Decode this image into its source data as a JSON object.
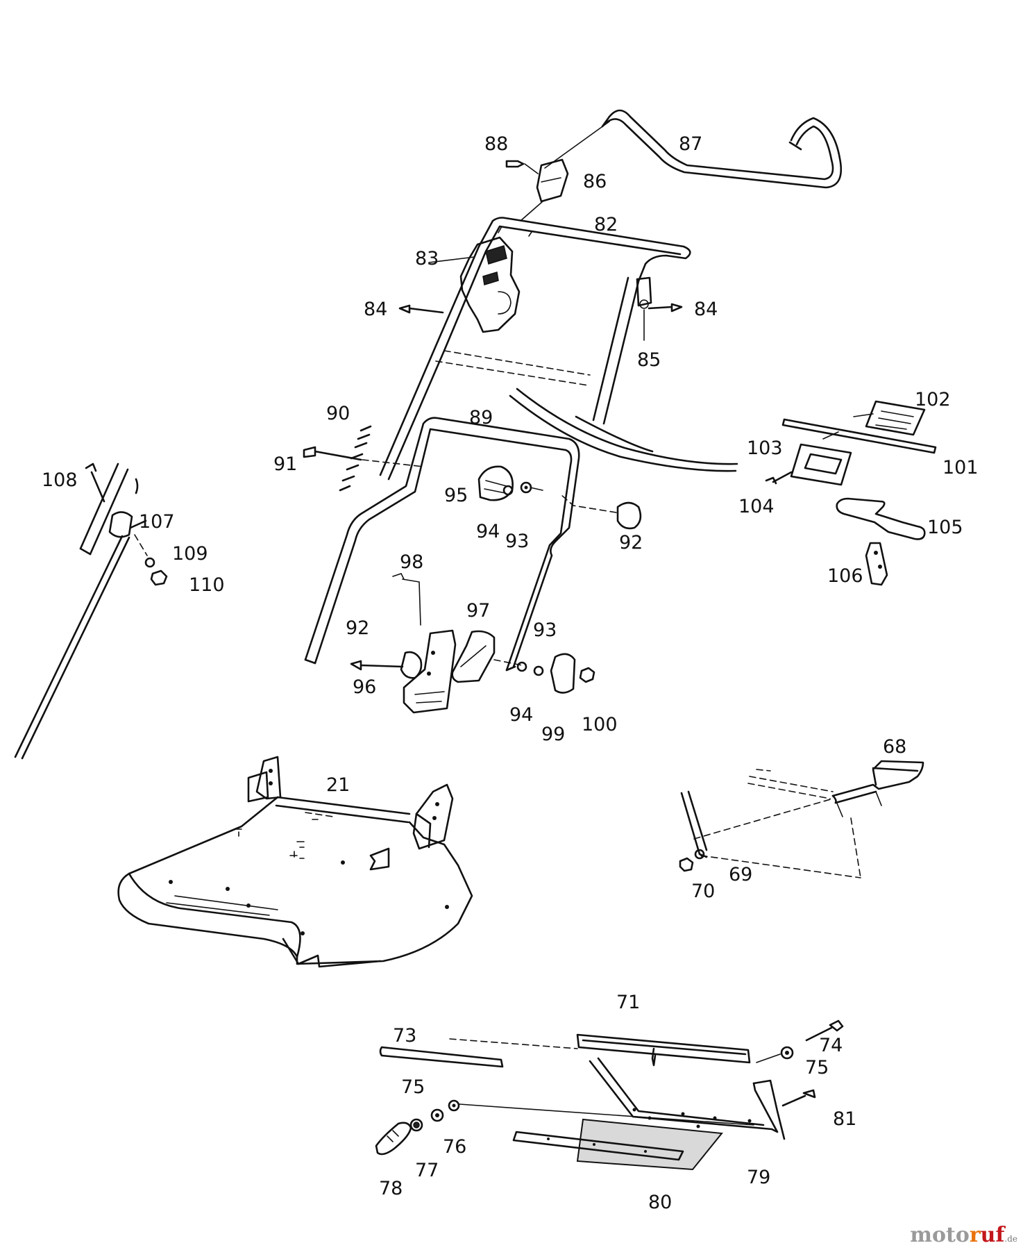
{
  "diagram": {
    "part_numbers": [
      "21",
      "68",
      "69",
      "70",
      "71",
      "73",
      "74",
      "75",
      "75",
      "76",
      "77",
      "78",
      "79",
      "80",
      "81",
      "82",
      "83",
      "84",
      "84",
      "85",
      "86",
      "87",
      "88",
      "89",
      "90",
      "91",
      "92",
      "92",
      "93",
      "93",
      "94",
      "94",
      "95",
      "96",
      "97",
      "98",
      "99",
      "100",
      "101",
      "102",
      "103",
      "104",
      "105",
      "106",
      "107",
      "108",
      "109",
      "110"
    ]
  },
  "brand": {
    "part1": "moto",
    "part2": "r",
    "part3": "uf",
    "suffix": ".de"
  }
}
